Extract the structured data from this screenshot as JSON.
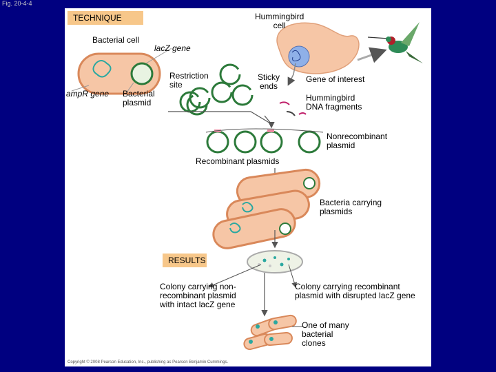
{
  "figure_label": "Fig. 20-4-4",
  "tags": {
    "technique": "TECHNIQUE",
    "results": "RESULTS"
  },
  "labels": {
    "hummingbird_cell": "Hummingbird\ncell",
    "bacterial_cell": "Bacterial cell",
    "lacz_gene": "lacZ gene",
    "restriction_site": "Restriction\nsite",
    "sticky_ends": "Sticky\nends",
    "gene_of_interest": "Gene of interest",
    "ampr_gene": "ampR gene",
    "bacterial_plasmid": "Bacterial\nplasmid",
    "hummingbird_dna": "Hummingbird\nDNA fragments",
    "nonrecombinant_plasmid": "Nonrecombinant\nplasmid",
    "recombinant_plasmids": "Recombinant plasmids",
    "bacteria_carrying": "Bacteria carrying\nplasmids",
    "colony_nonrecombinant": "Colony carrying non-\nrecombinant plasmid\nwith intact lacZ gene",
    "colony_recombinant": "Colony carrying recombinant\nplasmid with disrupted lacZ gene",
    "one_of_many": "One of many\nbacterial\nclones"
  },
  "copyright": "Copyright © 2008 Pearson Education, Inc., publishing as Pearson Benjamin Cummings.",
  "colors": {
    "background": "#000080",
    "tag": "#f7c78a",
    "cell_fill": "#f6c6a6",
    "cell_outline": "#d9885a",
    "plasmid": "#2c7a3a",
    "plasmid_fill": "#e8f3e2",
    "dna": "#2aa8a0",
    "nucleus": "#8fb0e8"
  }
}
